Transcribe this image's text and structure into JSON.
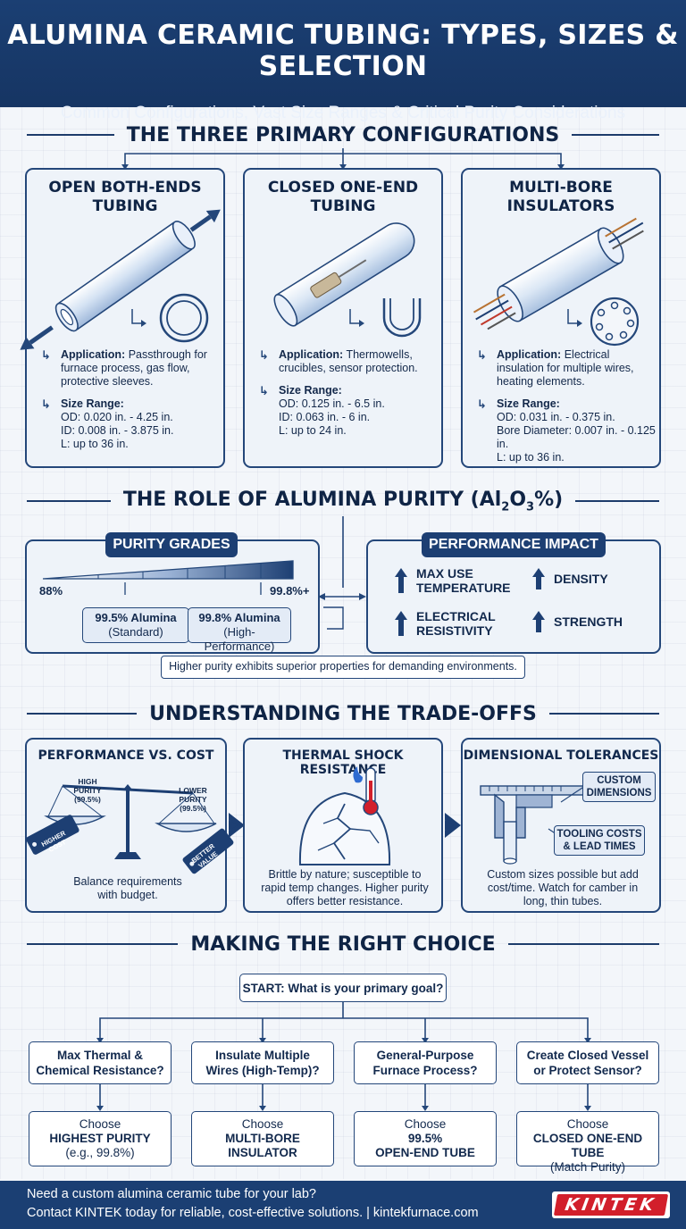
{
  "header": {
    "title": "ALUMINA CERAMIC TUBING: TYPES, SIZES & SELECTION",
    "subtitle": "Common Configurations, Vast Size Ranges & Critical Purity Considerations"
  },
  "sections": {
    "configurations": "THE THREE PRIMARY CONFIGURATIONS",
    "purity_prefix": "THE ROLE OF ALUMINA PURITY (Al",
    "purity_sub2": "2",
    "purity_mid": "O",
    "purity_sub3": "3",
    "purity_suffix": "%)",
    "tradeoffs": "UNDERSTANDING THE TRADE-OFFS",
    "choice": "MAKING THE RIGHT CHOICE"
  },
  "configs": [
    {
      "title_line1": "OPEN BOTH-ENDS",
      "title_line2": "TUBING",
      "application_label": "Application:",
      "application_text": "Passthrough for furnace process, gas flow, protective sleeves.",
      "size_label": "Size Range:",
      "sizes": [
        "OD: 0.020 in. - 4.25 in.",
        "ID: 0.008 in. - 3.875 in.",
        "L: up to 36 in."
      ]
    },
    {
      "title_line1": "CLOSED ONE-END",
      "title_line2": "TUBING",
      "application_label": "Application:",
      "application_text": "Thermowells, crucibles, sensor protection.",
      "size_label": "Size Range:",
      "sizes": [
        "OD: 0.125 in. - 6.5 in.",
        "ID: 0.063 in. - 6 in.",
        "L: up to 24 in."
      ]
    },
    {
      "title_line1": "MULTI-BORE",
      "title_line2": "INSULATORS",
      "application_label": "Application:",
      "application_text": "Electrical insulation for multiple wires, heating elements.",
      "size_label": "Size Range:",
      "sizes": [
        "OD: 0.031 in. - 0.375 in.",
        "Bore Diameter: 0.007 in. - 0.125 in.",
        "L: up to 36 in."
      ]
    }
  ],
  "purity": {
    "grades_title": "PURITY GRADES",
    "low_label": "88%",
    "high_label": "99.8%+",
    "grade_standard_value": "99.5% Alumina",
    "grade_standard_label": "(Standard)",
    "grade_high_value": "99.8% Alumina",
    "grade_high_label": "(High-Performance)",
    "impact_title": "PERFORMANCE IMPACT",
    "impacts": [
      {
        "line1": "MAX USE",
        "line2": "TEMPERATURE"
      },
      {
        "line1": "DENSITY",
        "line2": ""
      },
      {
        "line1": "ELECTRICAL",
        "line2": "RESISTIVITY"
      },
      {
        "line1": "STRENGTH",
        "line2": ""
      }
    ],
    "note": "Higher purity exhibits superior properties for demanding environments."
  },
  "tradeoffs": {
    "cost": {
      "title": "PERFORMANCE VS. COST",
      "left_pan_line1": "HIGH",
      "left_pan_line2": "PURITY",
      "left_pan_line3": "(99.5%)",
      "right_pan_line1": "LOWER",
      "right_pan_line2": "PURITY",
      "right_pan_line3": "(99.5%)",
      "left_tag": "HIGHER COST",
      "right_tag": "BETTER VALUE",
      "text_line1": "Balance requirements",
      "text_line2": "with budget."
    },
    "thermal": {
      "title": "THERMAL SHOCK RESISTANCE",
      "text_line1": "Brittle by nature; susceptible to",
      "text_line2": "rapid temp changes. Higher purity",
      "text_line3": "offers better resistance."
    },
    "tolerances": {
      "title": "DIMENSIONAL TOLERANCES",
      "tag1_line1": "CUSTOM",
      "tag1_line2": "DIMENSIONS",
      "tag2_line1": "TOOLING COSTS",
      "tag2_line2": "& LEAD TIMES",
      "text_line1": "Custom sizes possible but add",
      "text_line2": "cost/time. Watch for camber in",
      "text_line3": "long, thin tubes."
    }
  },
  "decision": {
    "start": "START: What is your primary goal?",
    "questions": [
      {
        "line1": "Max Thermal &",
        "line2": "Chemical Resistance?"
      },
      {
        "line1": "Insulate Multiple",
        "line2": "Wires (High-Temp)?"
      },
      {
        "line1": "General-Purpose",
        "line2": "Furnace Process?"
      },
      {
        "line1": "Create Closed Vessel",
        "line2": "or Protect Sensor?"
      }
    ],
    "answers": [
      {
        "choose": "Choose",
        "line1": "HIGHEST PURITY",
        "line2": "(e.g., 99.8%)"
      },
      {
        "choose": "Choose",
        "line1": "MULTI-BORE",
        "line2": "INSULATOR"
      },
      {
        "choose": "Choose",
        "line1": "99.5%",
        "line2": "OPEN-END TUBE"
      },
      {
        "choose": "Choose",
        "line1": "CLOSED ONE-END TUBE",
        "line2": "(Match Purity)"
      }
    ]
  },
  "footer": {
    "line1": "Need a custom alumina ceramic tube for your lab?",
    "line2": "Contact KINTEK today for reliable, cost-effective solutions. | kintekfurnace.com",
    "logo": "KINTEK"
  },
  "colors": {
    "navy": "#1b3f73",
    "accent_red": "#d21f2b",
    "card_bg": "#eef3f9"
  }
}
